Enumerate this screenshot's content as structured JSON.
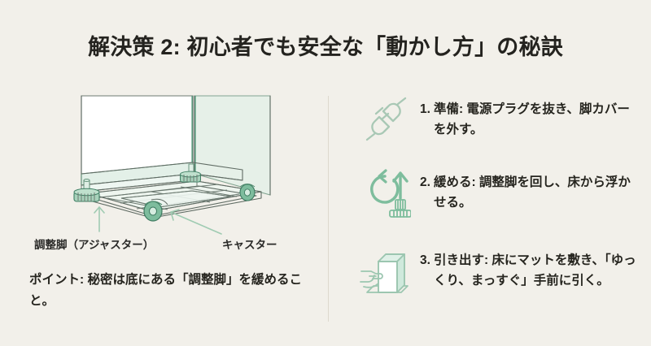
{
  "slide": {
    "background_color": "#f2f0ea",
    "title": "解決策 2: 初心者でも安全な「動かし方」の秘訣"
  },
  "illustration": {
    "alt_name": "cabinet-base-with-adjuster-and-caster",
    "line_color": "#5f6b63",
    "panel_fill": "#ffffff",
    "accent_green": "#8fbfa4",
    "tint_green": "#dfeee5",
    "callouts": [
      {
        "id": "adjuster",
        "label": "調整脚（アジャスター）",
        "arrow": "up"
      },
      {
        "id": "caster",
        "label": "キャスター",
        "arrow": "diagonal-up-left"
      }
    ]
  },
  "point": {
    "text": "ポイント: 秘密は底にある「調整脚」を緩めること。"
  },
  "steps": [
    {
      "number": "1.",
      "icon": "power-plug-unplugged-icon",
      "icon_color": "#a9c8b5",
      "text": "準備: 電源プラグを抜き、脚カバーを外す。"
    },
    {
      "number": "2.",
      "icon": "rotate-loosen-bolt-icon",
      "icon_color": "#7ebd9d",
      "text": "緩める: 調整脚を回し、床から浮かせる。"
    },
    {
      "number": "3.",
      "icon": "hands-pulling-box-icon",
      "icon_color": "#9cc6b0",
      "text": "引き出す: 床にマットを敷き、「ゆっくり、まっすぐ」手前に引く。"
    }
  ],
  "divider": {
    "color": "#ddd9ce"
  }
}
